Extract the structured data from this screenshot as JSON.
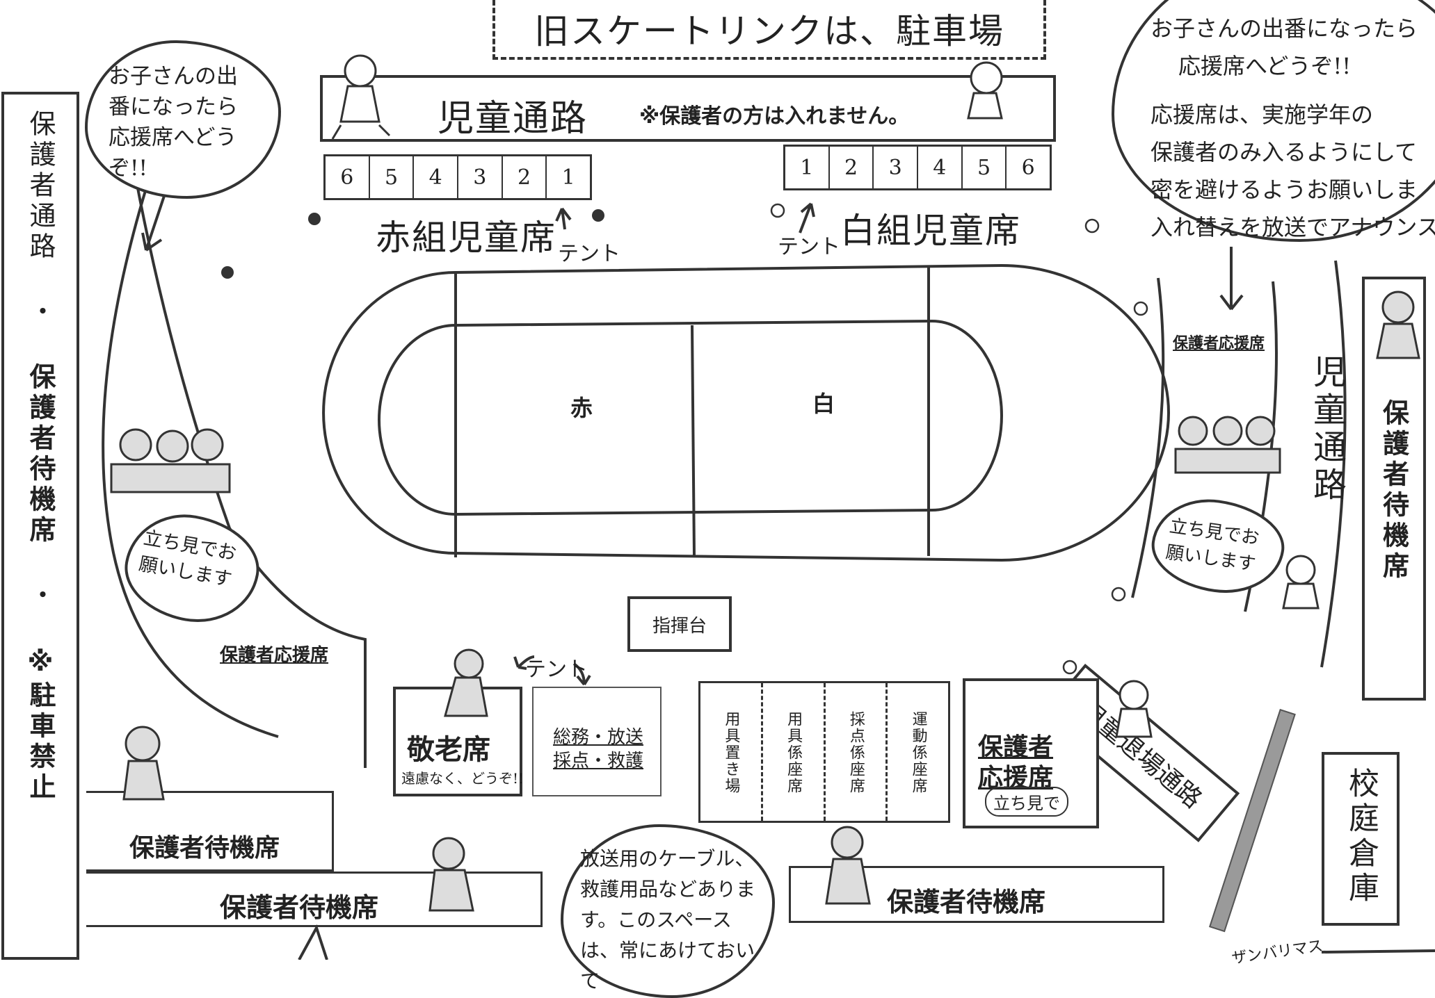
{
  "top_banner": "旧スケートリンクは、駐車場",
  "child_path_top": {
    "label": "児童通路",
    "note": "※保護者の方は入れません。"
  },
  "red_seats": {
    "numbers": [
      "6",
      "5",
      "4",
      "3",
      "2",
      "1"
    ],
    "label": "赤組児童席",
    "tent": "テント"
  },
  "white_seats": {
    "numbers": [
      "1",
      "2",
      "3",
      "4",
      "5",
      "6"
    ],
    "label": "白組児童席",
    "tent": "テント"
  },
  "track": {
    "red_label": "赤",
    "white_label": "白"
  },
  "left_column": {
    "parts": [
      "保護者通路",
      "・",
      "保護者待機席",
      "・",
      "※駐車禁止"
    ]
  },
  "left_bubble": "お子さんの出番になったら応援席へどうぞ!!",
  "right_bubble": {
    "line1": "お子さんの出番になったら",
    "line2": "応援席へどうぞ!!",
    "line3": "応援席は、実施学年の",
    "line4": "保護者のみ入るようにして",
    "line5": "密を避けるようお願いしま",
    "line6": "入れ替えを放送でアナウンスし"
  },
  "left_cheer": {
    "standing": "立ち見でお願いします",
    "label": "保護者応援席"
  },
  "right_cheer": {
    "label": "保護者応援席",
    "standing": "立ち見でお願いします"
  },
  "right_child_path": "児童通路",
  "right_parent_wait": "保護者待機席",
  "child_exit_path": "児童退場通路",
  "podium": "指揮台",
  "elderly": {
    "title": "敬老席",
    "note": "遠慮なく、どうぞ!!",
    "tent": "テント"
  },
  "staff_tent": {
    "line1": "総務・放送",
    "line2": "採点・救護"
  },
  "equip_cols": [
    "用具置き場",
    "用具係座席",
    "採点係座席",
    "運動係座席"
  ],
  "bottom_right_cheer": {
    "line1": "保護者",
    "line2": "応援席",
    "standing": "立ち見で"
  },
  "storage": "校庭倉庫",
  "wait_left_upper": "保護者待機席",
  "wait_left_lower": "保護者待機席",
  "wait_right_bottom": "保護者待機席",
  "cable_bubble": "放送用のケーブル、救護用品などあります。このスペースは、常にあけておいて",
  "bottom_corner_text": "ザンバリマス",
  "colors": {
    "line": "#333333",
    "storage_bar": "#9a9a9a"
  }
}
